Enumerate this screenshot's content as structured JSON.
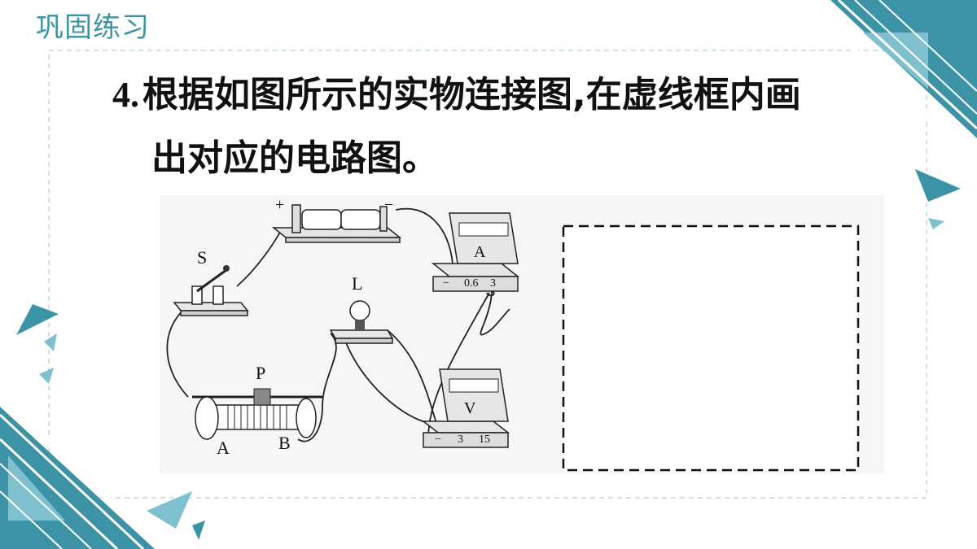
{
  "header": {
    "title": "巩固练习"
  },
  "question": {
    "number": "4.",
    "line1": "根据如图所示的实物连接图,在虚线框内画",
    "line2": "出对应的电路图。"
  },
  "diagram": {
    "battery_plus": "+",
    "battery_minus": "−",
    "switch_label": "S",
    "lamp_label": "L",
    "slider_label": "P",
    "rheostat_a": "A",
    "rheostat_b": "B",
    "ammeter_label": "A",
    "ammeter_terminals": [
      "−",
      "0.6",
      "3"
    ],
    "voltmeter_label": "V",
    "voltmeter_terminals": [
      "−",
      "3",
      "15"
    ]
  },
  "colors": {
    "accent": "#3d93a6",
    "frame": "#d9eef2"
  }
}
